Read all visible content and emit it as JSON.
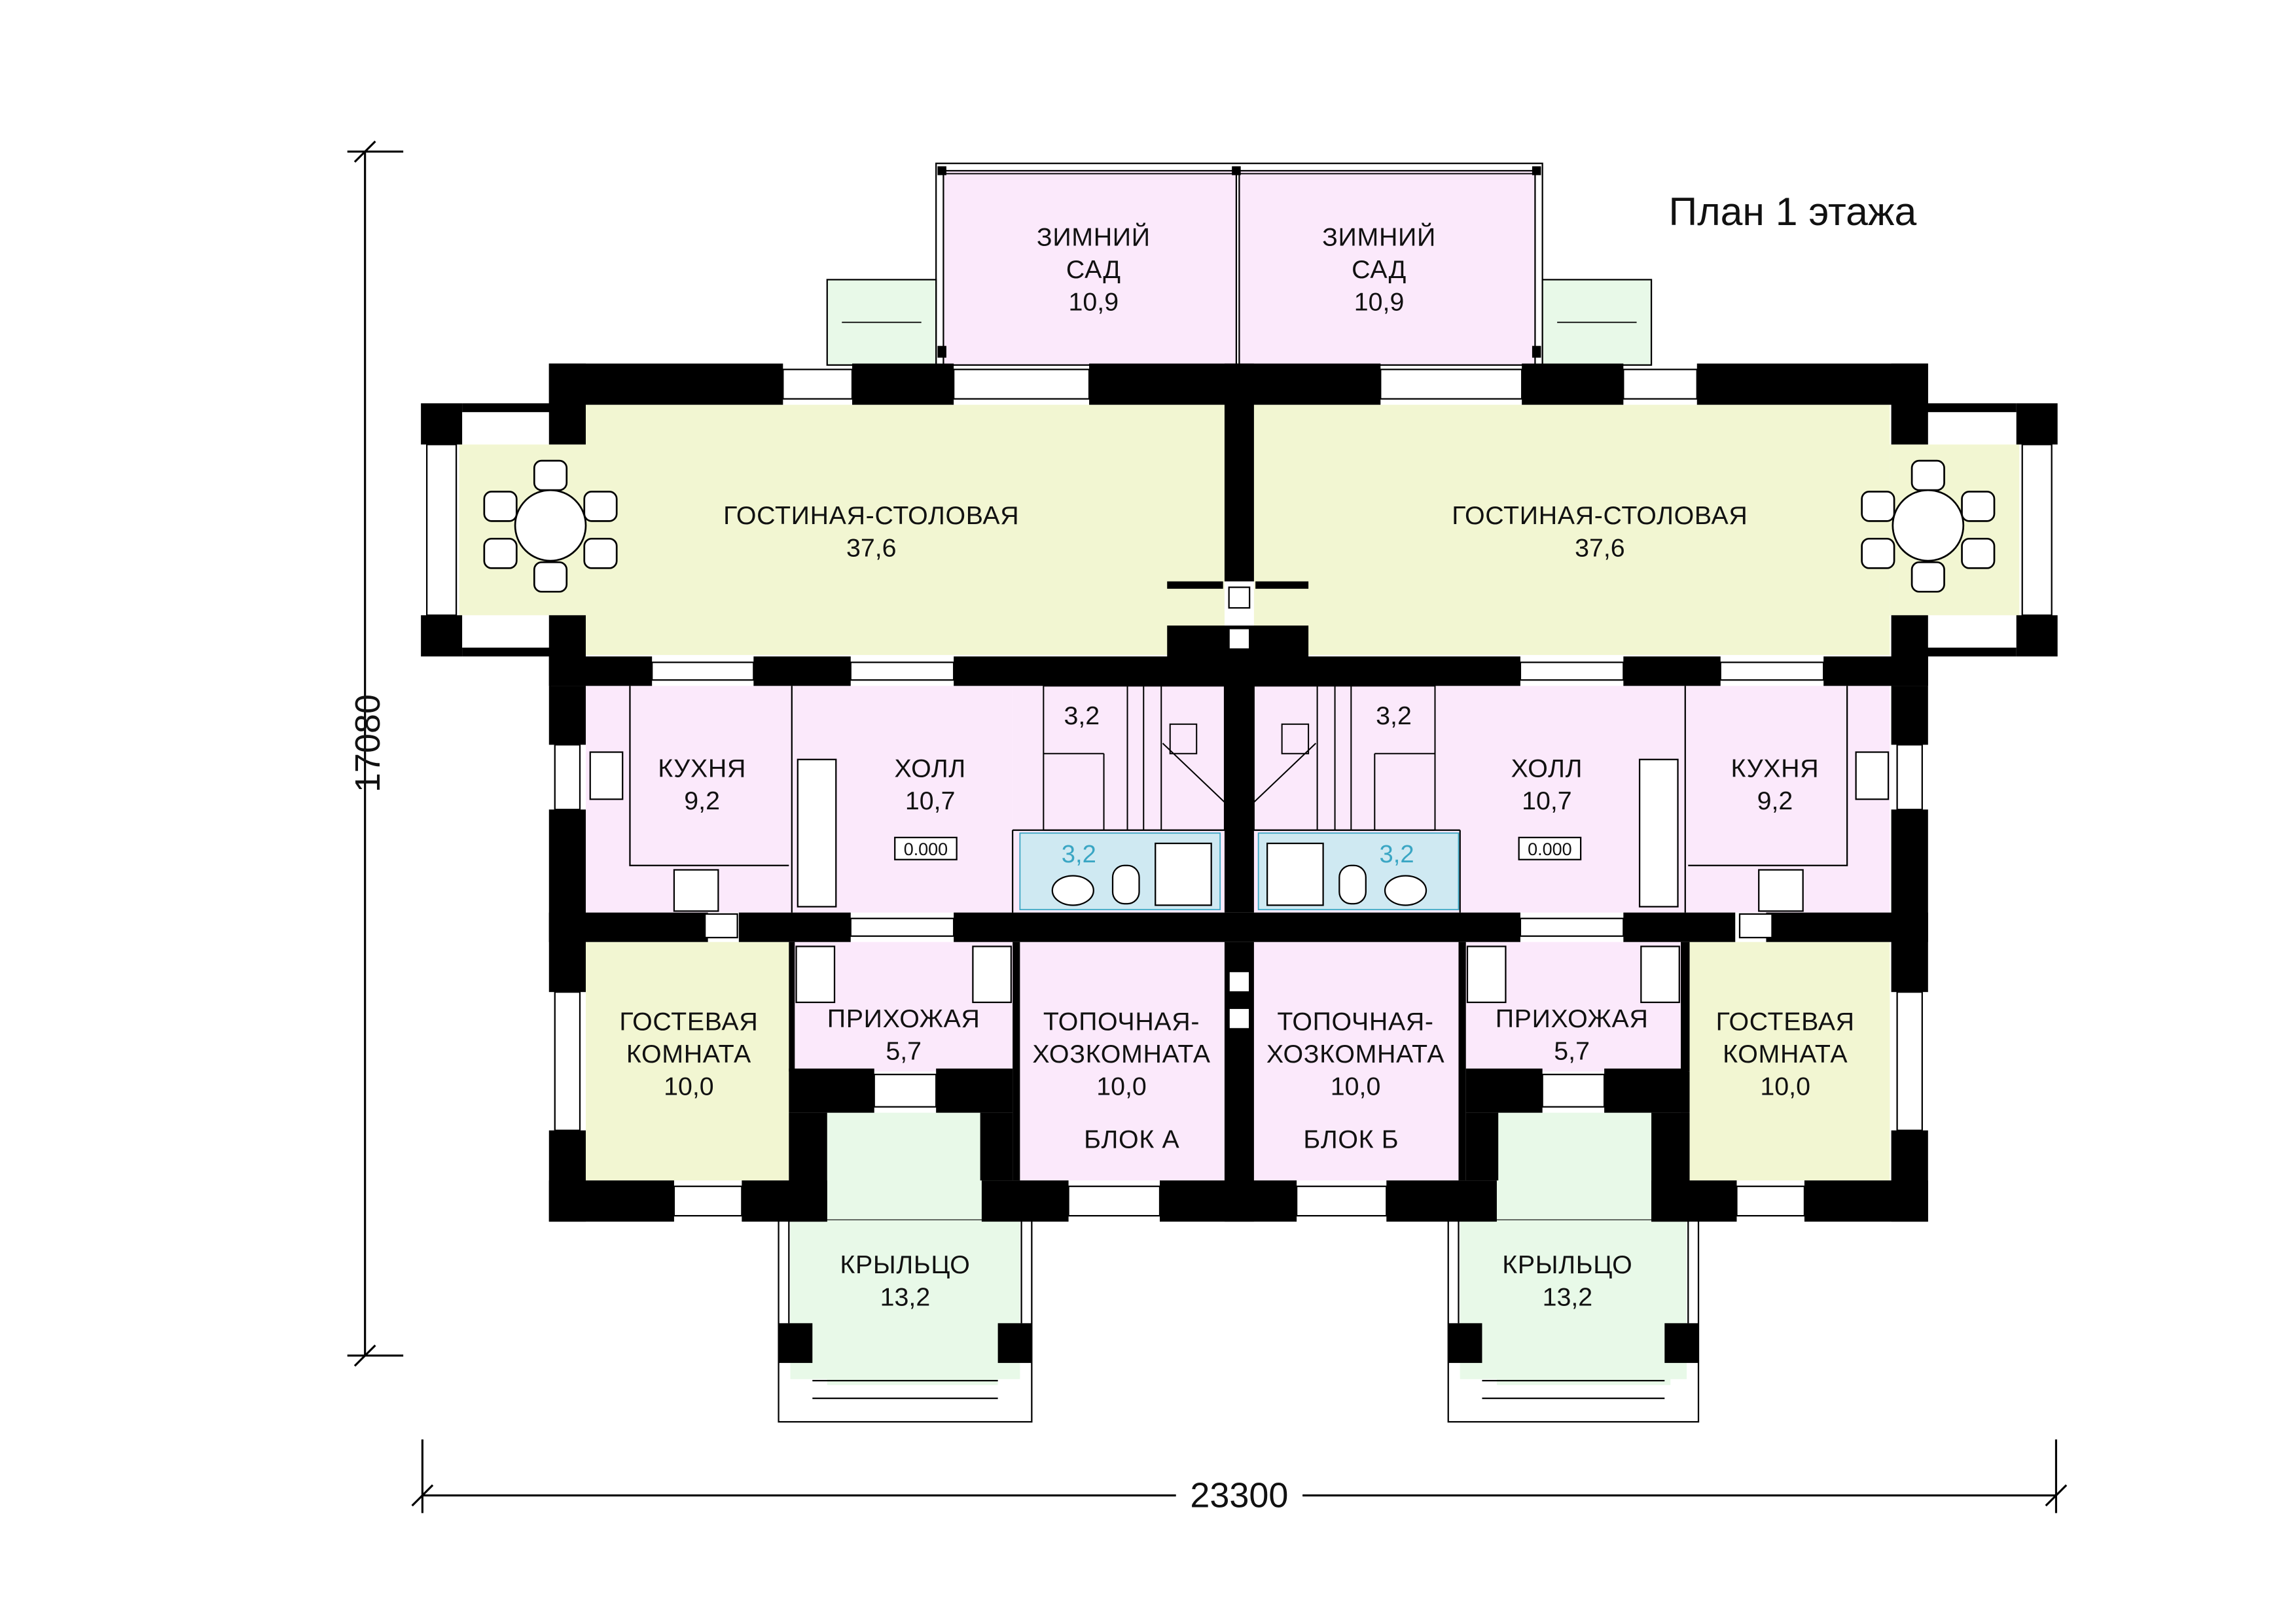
{
  "title": "План 1 этажа",
  "dimensions": {
    "height": "17080",
    "width": "23300"
  },
  "rooms": {
    "garden_left": {
      "name": "ЗИМНИЙ",
      "name2": "САД",
      "area": "10,9"
    },
    "garden_right": {
      "name": "ЗИМНИЙ",
      "name2": "САД",
      "area": "10,9"
    },
    "living_left": {
      "name": "ГОСТИНАЯ-СТОЛОВАЯ",
      "area": "37,6"
    },
    "living_right": {
      "name": "ГОСТИНАЯ-СТОЛОВАЯ",
      "area": "37,6"
    },
    "kitchen_left": {
      "name": "КУХНЯ",
      "area": "9,2"
    },
    "kitchen_right": {
      "name": "КУХНЯ",
      "area": "9,2"
    },
    "hall_left": {
      "name": "ХОЛЛ",
      "area": "10,7",
      "level": "0.000"
    },
    "hall_right": {
      "name": "ХОЛЛ",
      "area": "10,7",
      "level": "0.000"
    },
    "stair_left": {
      "area": "3,2"
    },
    "stair_right": {
      "area": "3,2"
    },
    "bath_left": {
      "area": "3,2"
    },
    "bath_right": {
      "area": "3,2"
    },
    "guest_left": {
      "name": "ГОСТЕВАЯ",
      "name2": "КОМНАТА",
      "area": "10,0"
    },
    "guest_right": {
      "name": "ГОСТЕВАЯ",
      "name2": "КОМНАТА",
      "area": "10,0"
    },
    "entry_left": {
      "name": "ПРИХОЖАЯ",
      "area": "5,7"
    },
    "entry_right": {
      "name": "ПРИХОЖАЯ",
      "area": "5,7"
    },
    "boiler_left": {
      "name": "ТОПОЧНАЯ-",
      "name2": "ХОЗКОМНАТА",
      "area": "10,0",
      "block": "БЛОК А"
    },
    "boiler_right": {
      "name": "ТОПОЧНАЯ-",
      "name2": "ХОЗКОМНАТА",
      "area": "10,0",
      "block": "БЛОК Б"
    },
    "porch_left": {
      "name": "КРЫЛЬЦО",
      "area": "13,2"
    },
    "porch_right": {
      "name": "КРЫЛЬЦО",
      "area": "13,2"
    }
  },
  "colors": {
    "wall": "#000000",
    "living": "#f2f6d2",
    "private": "#fbe9fb",
    "porch": "#e8f9e8",
    "bath_tile": "#cfe9f2"
  }
}
